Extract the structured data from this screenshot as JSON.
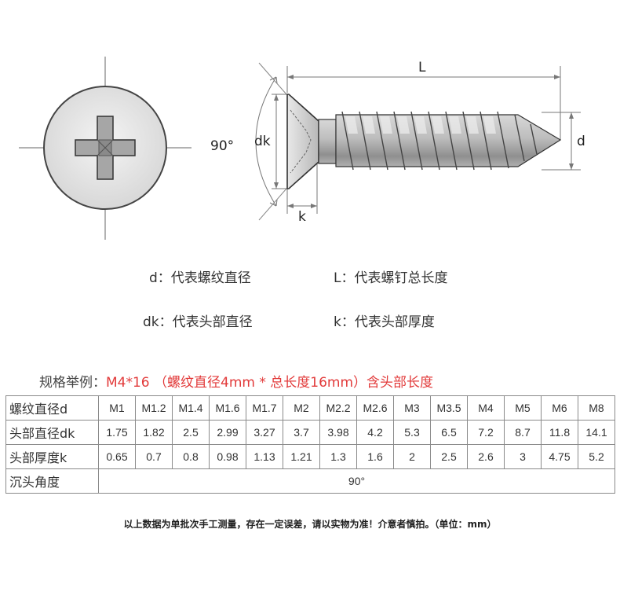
{
  "diagram": {
    "angle_label": "90°",
    "dk_label": "dk",
    "k_label": "k",
    "L_label": "L",
    "d_label": "d"
  },
  "legend": {
    "d": "d：代表螺纹直径",
    "L": "L：代表螺钉总长度",
    "dk": "dk：代表头部直径",
    "k": "k：代表头部厚度"
  },
  "example": {
    "prefix": "规格举例：",
    "spec": "M4*16 （螺纹直径4mm * 总长度16mm）含头部长度"
  },
  "table": {
    "rows": [
      {
        "label": "螺纹直径d",
        "cells": [
          "M1",
          "M1.2",
          "M1.4",
          "M1.6",
          "M1.7",
          "M2",
          "M2.2",
          "M2.6",
          "M3",
          "M3.5",
          "M4",
          "M5",
          "M6",
          "M8"
        ]
      },
      {
        "label": "头部直径dk",
        "cells": [
          "1.75",
          "1.82",
          "2.5",
          "2.99",
          "3.27",
          "3.7",
          "3.98",
          "4.2",
          "5.3",
          "6.5",
          "7.2",
          "8.7",
          "11.8",
          "14.1"
        ]
      },
      {
        "label": "头部厚度k",
        "cells": [
          "0.65",
          "0.7",
          "0.8",
          "0.98",
          "1.13",
          "1.21",
          "1.3",
          "1.6",
          "2",
          "2.5",
          "2.6",
          "3",
          "4.75",
          "5.2"
        ]
      }
    ],
    "angle_row": {
      "label": "沉头角度",
      "value": "90°"
    }
  },
  "footnote": "以上数据为单批次手工测量，存在一定误差，请以实物为准！介意者慎拍。（单位：mm）"
}
